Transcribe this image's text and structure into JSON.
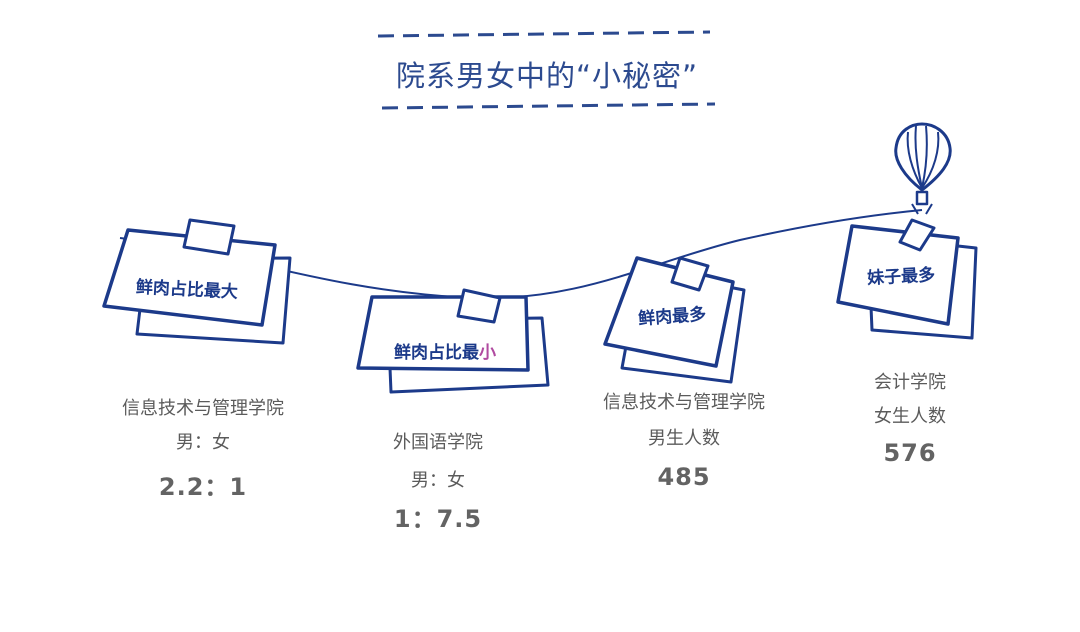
{
  "title": "院系男女中的“小秘密”",
  "cards": [
    {
      "note_text": "鲜肉占比最大",
      "accent_char": "",
      "line1": "信息技术与管理学院",
      "line2": "男：女",
      "value": "2.2：1"
    },
    {
      "note_text": "鲜肉占比最",
      "accent_char": "小",
      "line1": "外国语学院",
      "line2": "男：女",
      "value": "1：7.5"
    },
    {
      "note_text": "鲜肉最多",
      "accent_char": "",
      "line1": "信息技术与管理学院",
      "line2": "男生人数",
      "value": "485"
    },
    {
      "note_text": "妹子最多",
      "accent_char": "",
      "line1": "会计学院",
      "line2": "女生人数",
      "value": "576"
    }
  ],
  "colors": {
    "ink": "#1c3a8a",
    "title": "#2c4a8f",
    "accent": "#b04aa0",
    "label": "#5b5b5b"
  },
  "icons": [
    "hot-air-balloon-icon",
    "tape-icon"
  ]
}
